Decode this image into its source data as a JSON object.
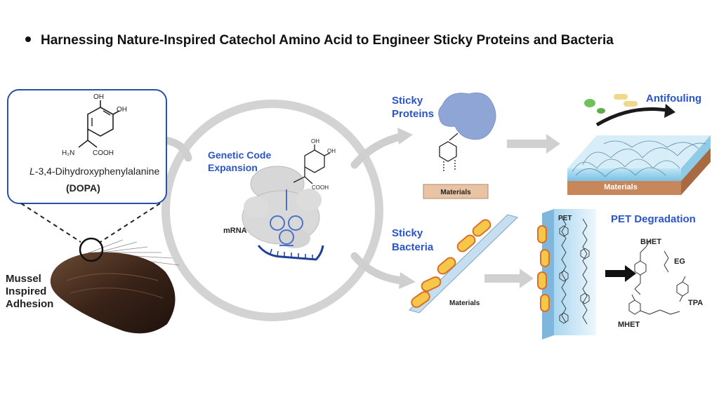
{
  "title": "Harnessing Nature-Inspired Catechol Amino Acid to Engineer Sticky Proteins and Bacteria",
  "dopa_box": {
    "oh_top_left": "OH",
    "oh_top_right": "OH",
    "h2n": "H₂N",
    "cooh": "COOH",
    "name_prefix": "L",
    "name_rest": "-3,4-Dihydroxyphenylalanine",
    "abbrev": "(DOPA)"
  },
  "mussel": {
    "line1": "Mussel",
    "line2": "Inspired",
    "line3": "Adhesion"
  },
  "genetic_code": {
    "line1": "Genetic Code",
    "line2": "Expansion",
    "mrna": "mRNA",
    "oh1": "OH",
    "oh2": "OH",
    "cooh": "COOH"
  },
  "sticky_proteins": {
    "line1": "Sticky",
    "line2": "Proteins",
    "materials": "Materials",
    "antifouling": "Antifouling",
    "materials2": "Materials"
  },
  "sticky_bacteria": {
    "line1": "Sticky",
    "line2": "Bacteria",
    "materials": "Materials"
  },
  "pet": {
    "label": "PET",
    "degradation": "PET Degradation",
    "bhet": "BHET",
    "eg": "EG",
    "tpa": "TPA",
    "mhet": "MHET"
  },
  "colors": {
    "accent_blue": "#2a55c8",
    "box_border": "#2b4fa6",
    "bacteria_fill": "#f5c84a",
    "bacteria_border": "#d8702c",
    "gray_arrow": "#cfcfcf"
  }
}
